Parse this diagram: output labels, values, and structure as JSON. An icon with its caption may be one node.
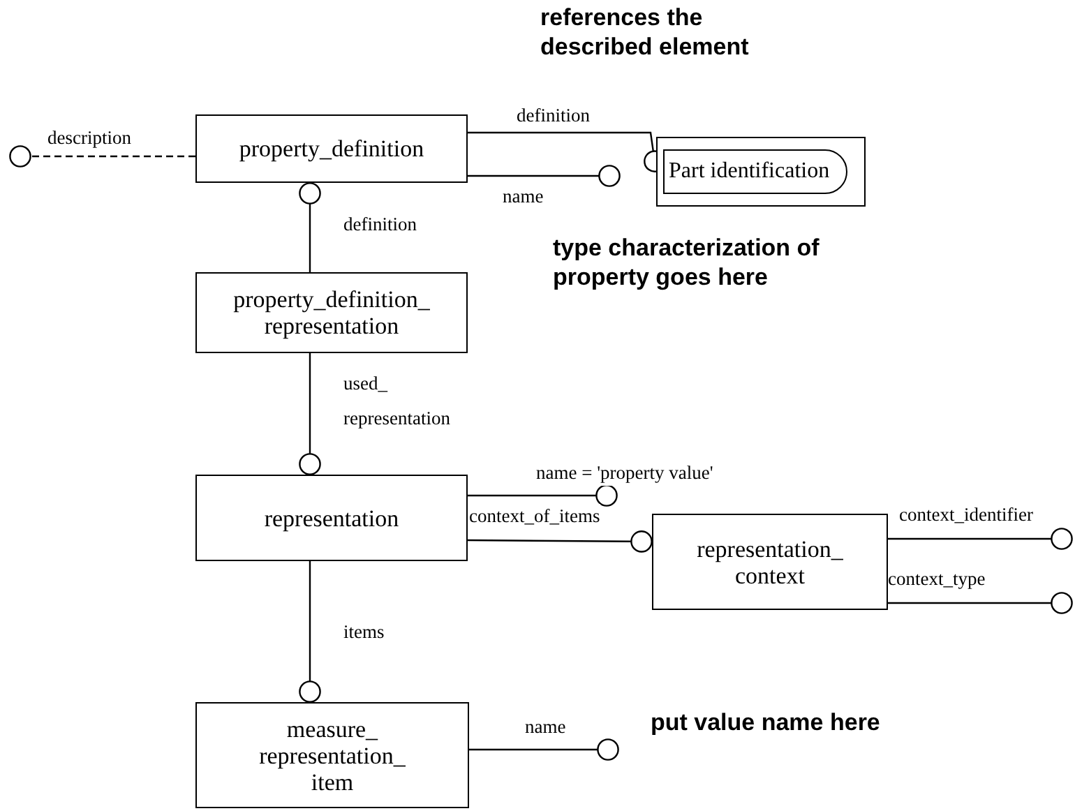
{
  "diagram": {
    "nodes": [
      {
        "text": [
          "property_definition"
        ]
      },
      {
        "text": [
          "Part identification"
        ]
      },
      {
        "text": [
          "property_definition_ representation"
        ]
      },
      {
        "text": [
          "representation"
        ]
      },
      {
        "text": [
          "representation_ context"
        ]
      },
      {
        "text": [
          "measure_ representation_ item"
        ]
      }
    ],
    "edges": [
      {
        "from": 0,
        "to": null,
        "arrow": "other",
        "label": "description",
        "style": "dashed"
      },
      {
        "from": 0,
        "to": 1,
        "arrow": "other",
        "label": "definition"
      },
      {
        "from": 0,
        "to": null,
        "arrow": "other",
        "label": "name"
      },
      {
        "from": 2,
        "to": 0,
        "arrow": "other",
        "label": "definition"
      },
      {
        "from": 2,
        "to": 3,
        "arrow": "other",
        "label": "used_ representation"
      },
      {
        "from": 3,
        "to": null,
        "arrow": "other",
        "label": "name = 'property value'"
      },
      {
        "from": 3,
        "to": 4,
        "arrow": "other",
        "label": "context_of_items"
      },
      {
        "from": 4,
        "to": null,
        "arrow": "other",
        "label": "context_identifier"
      },
      {
        "from": 4,
        "to": null,
        "arrow": "other",
        "label": "context_type"
      },
      {
        "from": 3,
        "to": 5,
        "arrow": "other",
        "label": "items"
      },
      {
        "from": 5,
        "to": null,
        "arrow": "other",
        "label": "name"
      }
    ],
    "labels": [
      "references the described element",
      "type characterization of property goes here",
      "put value name here"
    ]
  }
}
